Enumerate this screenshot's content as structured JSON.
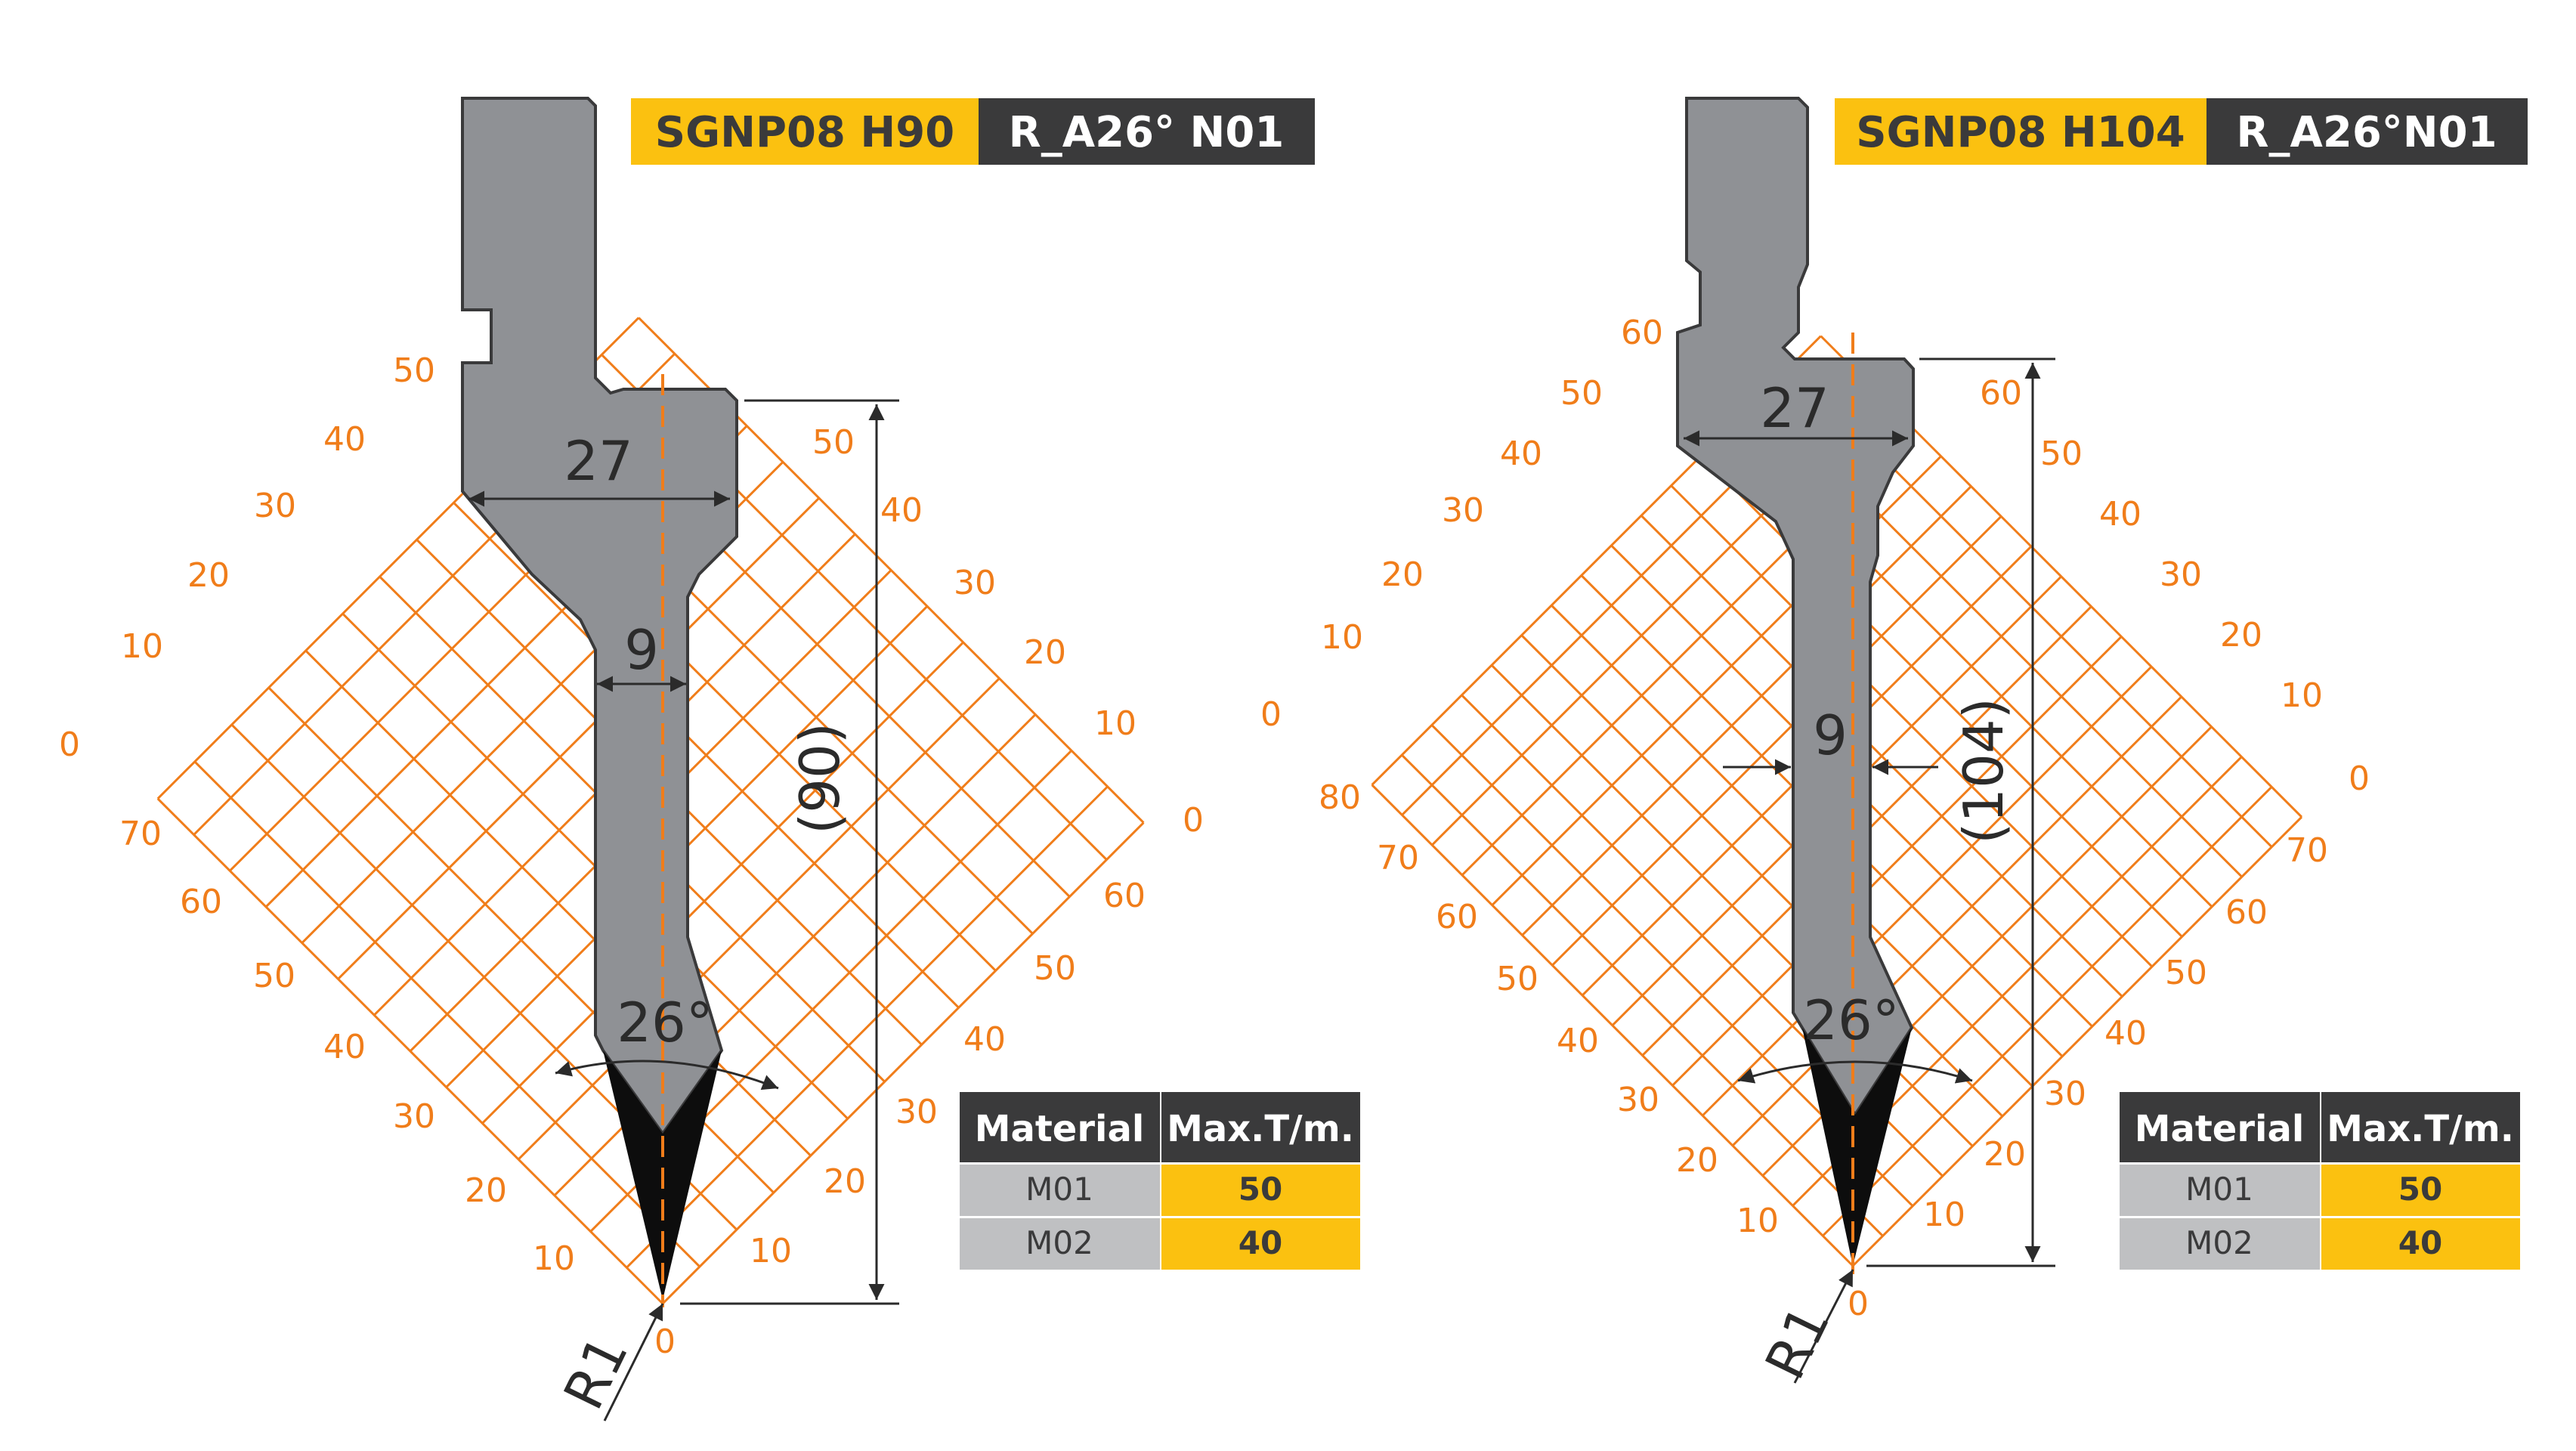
{
  "colors": {
    "grid": "#f07d1a",
    "accent": "#fbc110",
    "dark": "#3a3a3b",
    "tool_steel": "#8f9195",
    "tip_black": "#0d0d0d",
    "table_grey": "#bfc0c2"
  },
  "tools": [
    {
      "title_code": "SGNP08 H90",
      "title_variant": "R_A26° N01",
      "dim_width": "27",
      "dim_neck": "9",
      "dim_height": "(90)",
      "dim_angle": "26°",
      "dim_radius": "R1",
      "grid_top_left": [
        "50",
        "40",
        "30",
        "20",
        "10",
        "0"
      ],
      "grid_bottom_left": [
        "70",
        "60",
        "50",
        "40",
        "30",
        "20",
        "10"
      ],
      "grid_top_right": [
        "50",
        "40",
        "30",
        "20",
        "10",
        "0"
      ],
      "grid_bottom_right": [
        "60",
        "50",
        "40",
        "30",
        "20",
        "10"
      ],
      "grid_origin": "0",
      "table": {
        "headers": [
          "Material",
          "Max.T/m."
        ],
        "rows": [
          {
            "material": "M01",
            "value": "50"
          },
          {
            "material": "M02",
            "value": "40"
          }
        ]
      }
    },
    {
      "title_code": "SGNP08 H104",
      "title_variant": "R_A26°N01",
      "dim_width": "27",
      "dim_neck": "9",
      "dim_height": "(104)",
      "dim_angle": "26°",
      "dim_radius": "R1",
      "grid_top_left": [
        "60",
        "50",
        "40",
        "30",
        "20",
        "10",
        "0"
      ],
      "grid_bottom_left": [
        "80",
        "70",
        "60",
        "50",
        "40",
        "30",
        "20",
        "10"
      ],
      "grid_top_right": [
        "60",
        "50",
        "40",
        "30",
        "20",
        "10",
        "0"
      ],
      "grid_bottom_right": [
        "70",
        "60",
        "50",
        "40",
        "30",
        "20",
        "10"
      ],
      "grid_origin": "0",
      "table": {
        "headers": [
          "Material",
          "Max.T/m."
        ],
        "rows": [
          {
            "material": "M01",
            "value": "50"
          },
          {
            "material": "M02",
            "value": "40"
          }
        ]
      }
    }
  ]
}
